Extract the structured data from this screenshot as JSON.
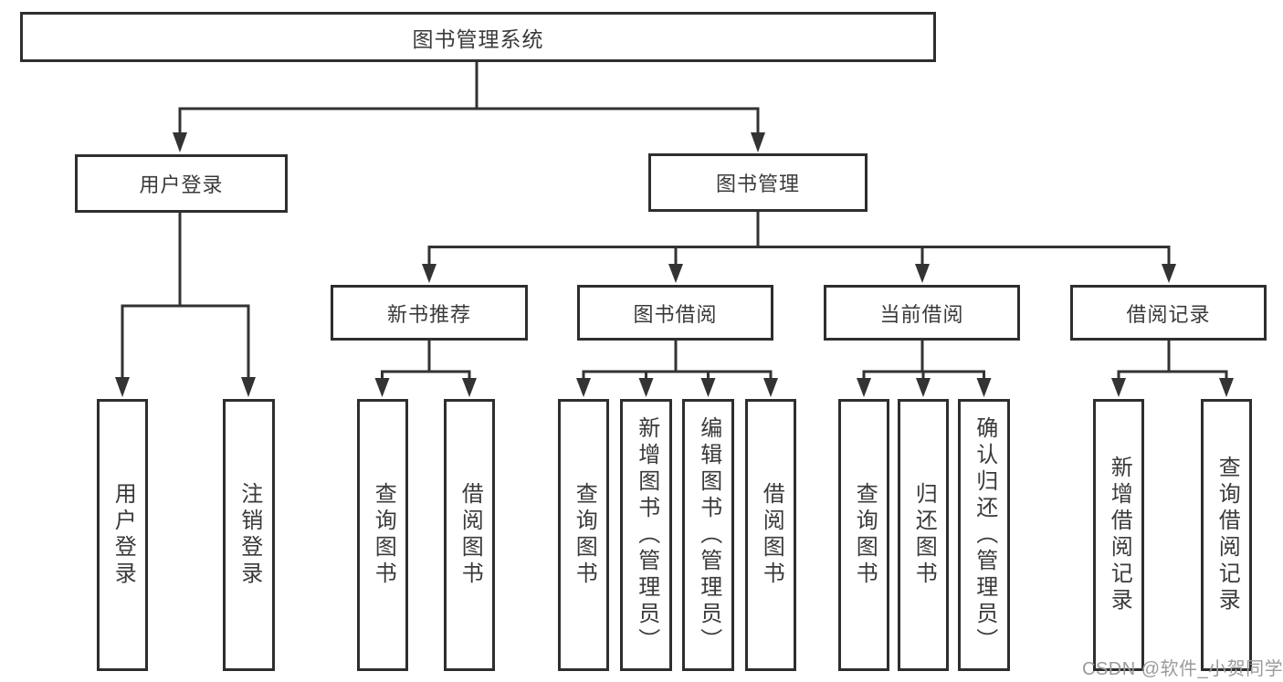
{
  "nodes": {
    "root": {
      "label": "图书管理系统"
    },
    "level2": [
      {
        "label": "用户登录"
      },
      {
        "label": "图书管理"
      }
    ],
    "level3": [
      {
        "label": "新书推荐"
      },
      {
        "label": "图书借阅"
      },
      {
        "label": "当前借阅"
      },
      {
        "label": "借阅记录"
      }
    ],
    "leaves_user_login": [
      {
        "label": "用户登录"
      },
      {
        "label": "注销登录"
      }
    ],
    "leaves_new_book": [
      {
        "label": "查询图书"
      },
      {
        "label": "借阅图书"
      }
    ],
    "leaves_book_borrow": [
      {
        "label": "查询图书"
      },
      {
        "label": "新增图书（管理员）"
      },
      {
        "label": "编辑图书（管理员）"
      },
      {
        "label": "借阅图书"
      }
    ],
    "leaves_current_borrow": [
      {
        "label": "查询图书"
      },
      {
        "label": "归还图书"
      },
      {
        "label": "确认归还（管理员）"
      }
    ],
    "leaves_borrow_record": [
      {
        "label": "新增借阅记录"
      },
      {
        "label": "查询借阅记录"
      }
    ]
  },
  "watermark": "CSDN @软件_小贺同学",
  "colors": {
    "line": "#333333",
    "box_border": "#2e2e2e",
    "box_bg": "#ffffff",
    "text": "#3a3a3a",
    "watermark": "#9b9b9b"
  }
}
